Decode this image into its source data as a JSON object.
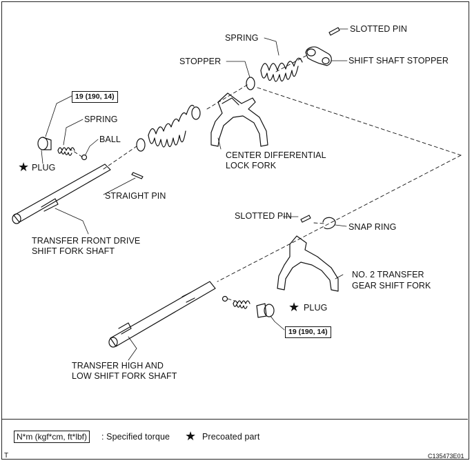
{
  "labels": {
    "slotted_pin_top": "SLOTTED PIN",
    "spring_top": "SPRING",
    "stopper": "STOPPER",
    "shift_shaft_stopper": "SHIFT SHAFT STOPPER",
    "torque_top": "19 (190, 14)",
    "spring_left": "SPRING",
    "ball": "BALL",
    "plug_left": "PLUG",
    "center_diff_fork_l1": "CENTER DIFFERENTIAL",
    "center_diff_fork_l2": "LOCK FORK",
    "straight_pin": "STRAIGHT PIN",
    "front_drive_shaft_l1": "TRANSFER FRONT DRIVE",
    "front_drive_shaft_l2": "SHIFT FORK SHAFT",
    "slotted_pin_mid": "SLOTTED PIN",
    "snap_ring": "SNAP RING",
    "no2_fork_l1": "NO. 2 TRANSFER",
    "no2_fork_l2": "GEAR SHIFT FORK",
    "plug_right": "PLUG",
    "torque_bottom": "19 (190, 14)",
    "high_low_shaft_l1": "TRANSFER HIGH AND",
    "high_low_shaft_l2": "LOW SHIFT FORK SHAFT"
  },
  "legend": {
    "unit": "N*m (kgf*cm, ft*lbf)",
    "unit_desc": ": Specified torque",
    "star_desc": "Precoated part",
    "star_symbol": "★"
  },
  "footer": {
    "corner_mark": "T",
    "figure_id": "C135473E01"
  }
}
